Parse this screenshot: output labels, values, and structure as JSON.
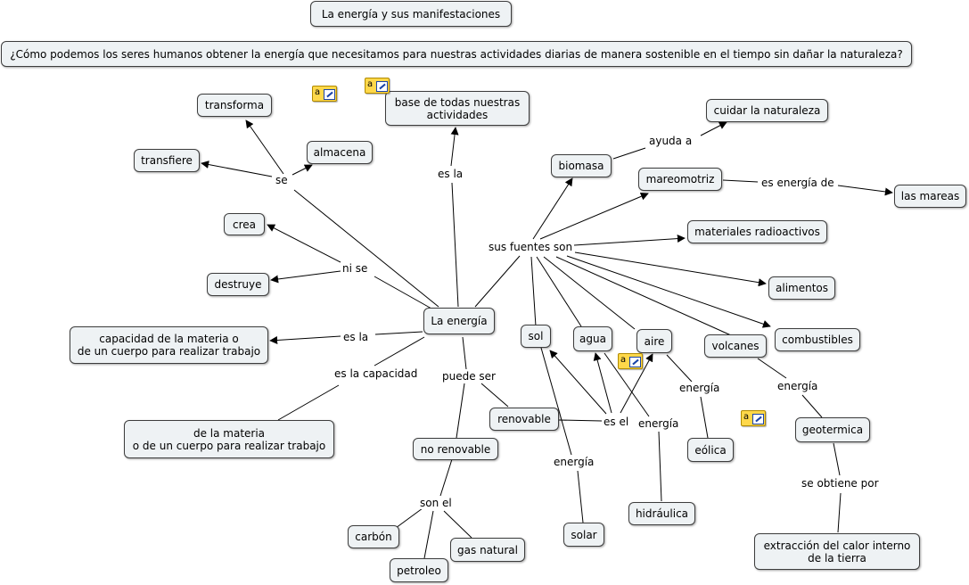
{
  "title": "La energía y sus manifestaciones",
  "question": "¿Cómo podemos los seres humanos obtener la energía que necesitamos para nuestras actividades diarias de manera sostenible en el tiempo sin dañar la naturaleza?",
  "nodes": {
    "energia": "La energía",
    "transforma": "transforma",
    "transfiere": "transfiere",
    "almacena": "almacena",
    "crea": "crea",
    "destruye": "destruye",
    "base": "base de todas nuestras\nactividades",
    "capacidad1": "capacidad de la materia o\nde un cuerpo para realizar trabajo",
    "capacidad2": "de la materia\no de un cuerpo para realizar trabajo",
    "biomasa": "biomasa",
    "cuidar": "cuidar la naturaleza",
    "mareomotriz": "mareomotriz",
    "mareas": "las mareas",
    "radioactivos": "materiales radioactivos",
    "alimentos": "alimentos",
    "combustibles": "combustibles",
    "sol": "sol",
    "agua": "agua",
    "aire": "aire",
    "volcanes": "volcanes",
    "renovable": "renovable",
    "no_renovable": "no renovable",
    "carbon": "carbón",
    "petroleo": "petroleo",
    "gas": "gas natural",
    "solar": "solar",
    "hidraulica": "hidráulica",
    "eolica": "eólica",
    "geotermica": "geotermica",
    "extraccion": "extracción del calor interno\nde la tierra"
  },
  "labels": {
    "se": "se",
    "ni_se": "ni se",
    "es_la_top": "es la",
    "es_la_left": "es la",
    "es_la_capacidad": "es la capacidad",
    "puede_ser": "puede ser",
    "son_el": "son el",
    "es_el": "es el",
    "sus_fuentes_son": "sus fuentes son",
    "ayuda_a": "ayuda a",
    "es_energia_de": "es energía de",
    "energia_sol": "energía",
    "energia_agua": "energía",
    "energia_aire": "energía",
    "energia_volcanes": "energía",
    "se_obtiene_por": "se obtiene por"
  },
  "note_icon": {
    "glyph": "a",
    "color": "#ffd84a",
    "name": "annotation-note-icon"
  }
}
